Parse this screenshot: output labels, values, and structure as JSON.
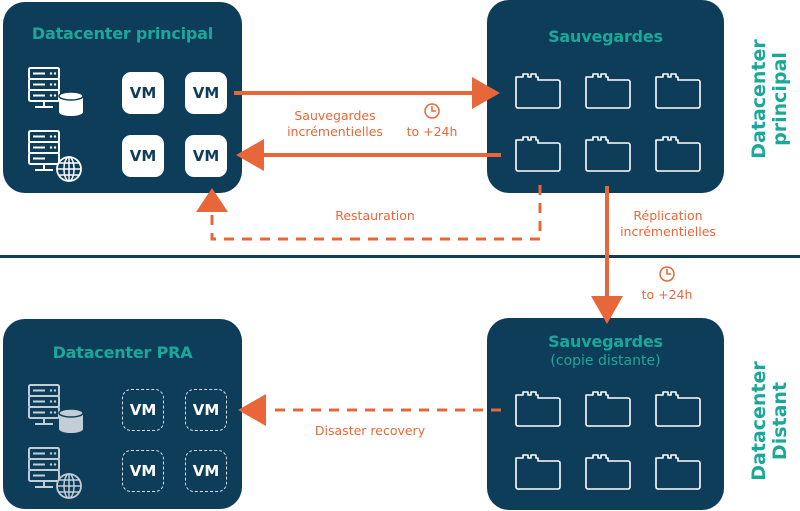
{
  "colors": {
    "panel": "#0e3d5a",
    "title": "#1aa999",
    "arrow": "#e8673a",
    "separator": "#0e3d5a"
  },
  "top_left": {
    "title": "Datacenter principal",
    "vm_label": "VM",
    "icons": [
      "server-database-icon",
      "server-globe-icon"
    ]
  },
  "top_right": {
    "title": "Sauvegardes",
    "folder_count": 6
  },
  "bottom_left": {
    "title": "Datacenter PRA",
    "vm_label": "VM",
    "icons": [
      "server-database-icon",
      "server-globe-icon"
    ]
  },
  "bottom_right": {
    "title": "Sauvegardes",
    "subtitle": "(copie distante)",
    "folder_count": 6
  },
  "side_labels": {
    "top": [
      "Datacenter",
      "principal"
    ],
    "bottom": [
      "Datacenter",
      "Distant"
    ]
  },
  "arrows": {
    "backup": {
      "label_line1": "Sauvegardes",
      "label_line2": "incrémentielles",
      "schedule": "to +24h"
    },
    "restore": {
      "label": "Restauration"
    },
    "replication": {
      "label_line1": "Réplication",
      "label_line2": "incrémentielles",
      "schedule": "to +24h"
    },
    "disaster": {
      "label": "Disaster recovery"
    }
  }
}
